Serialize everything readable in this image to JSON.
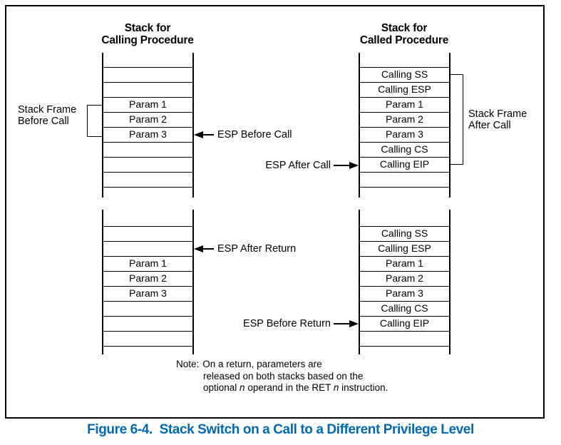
{
  "headers": {
    "calling": {
      "line1": "Stack for",
      "line2": "Calling Procedure"
    },
    "called": {
      "line1": "Stack for",
      "line2": "Called Procedure"
    }
  },
  "stacks": {
    "top_calling": {
      "rows": [
        "",
        "",
        "Param 1",
        "Param 2",
        "Param 3",
        "",
        "",
        ""
      ]
    },
    "top_called": {
      "rows": [
        "Calling SS",
        "Calling ESP",
        "Param 1",
        "Param 2",
        "Param 3",
        "Calling CS",
        "Calling EIP",
        ""
      ]
    },
    "bottom_calling": {
      "rows": [
        "",
        "",
        "Param 1",
        "Param 2",
        "Param 3",
        "",
        "",
        ""
      ]
    },
    "bottom_called": {
      "rows": [
        "Calling SS",
        "Calling ESP",
        "Param 1",
        "Param 2",
        "Param 3",
        "Calling CS",
        "Calling EIP",
        ""
      ]
    }
  },
  "labels": {
    "stack_frame_before_call": {
      "line1": "Stack Frame",
      "line2": "Before Call"
    },
    "stack_frame_after_call": {
      "line1": "Stack Frame",
      "line2": "After Call"
    },
    "esp_before_call": "ESP Before Call",
    "esp_after_call": "ESP After Call",
    "esp_after_return": "ESP After Return",
    "esp_before_return": "ESP Before Return"
  },
  "note": {
    "prefix": "Note:",
    "line1": "On a return, parameters are",
    "line2": "released on both stacks based on the",
    "line3_parts": [
      "optional ",
      "n",
      " operand in the RET ",
      "n",
      " instruction."
    ]
  },
  "caption": {
    "text": "Figure 6-4.  Stack Switch on a Call to a Different Privilege Level",
    "color": "#0068b5"
  }
}
